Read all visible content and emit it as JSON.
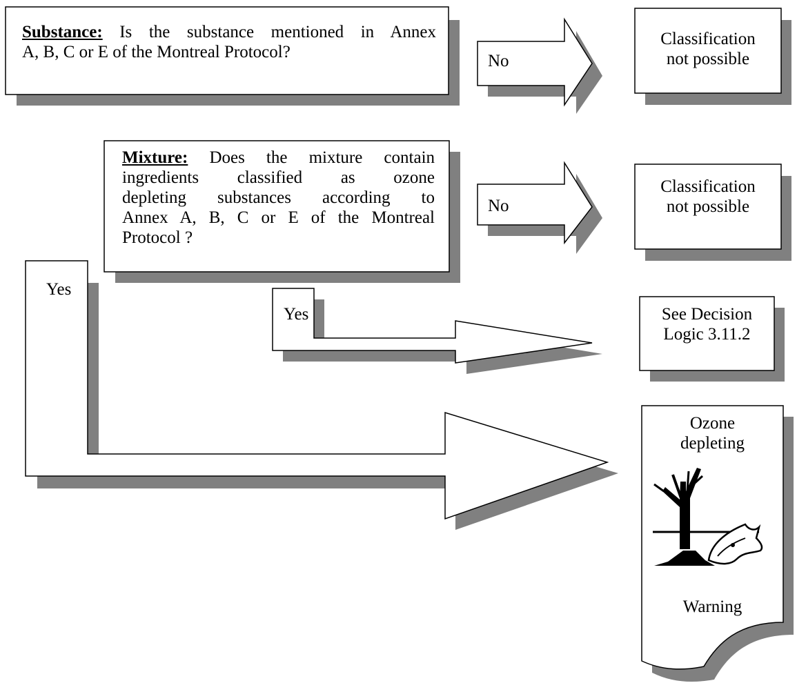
{
  "substance_box": {
    "lead": "Substance:",
    "line1": "Is the substance mentioned in Annex",
    "line2": "A, B, C or E of the Montreal Protocol?"
  },
  "mixture_box": {
    "lead": "Mixture:",
    "line1": "Does the mixture contain",
    "line2": "ingredients classified as ozone",
    "line3": "depleting substances according to",
    "line4": "Annex A, B, C or E of the Montreal",
    "line5": "Protocol ?"
  },
  "arrows": {
    "substance_no": "No",
    "mixture_no": "No",
    "mixture_yes": "Yes",
    "substance_yes": "Yes"
  },
  "outcomes": {
    "substance_no_result": {
      "line1": "Classification",
      "line2": "not possible"
    },
    "mixture_no_result": {
      "line1": "Classification",
      "line2": "not possible"
    },
    "mixture_yes_result": {
      "line1": "See Decision",
      "line2": "Logic 3.11.2"
    },
    "hazard_label": {
      "line1": "Ozone",
      "line2": "depleting",
      "signal_word": "Warning",
      "pictogram": "environment-dead-tree-fish-icon"
    }
  },
  "colors": {
    "shadow": "#808080",
    "stroke": "#000000",
    "fill": "#ffffff"
  }
}
